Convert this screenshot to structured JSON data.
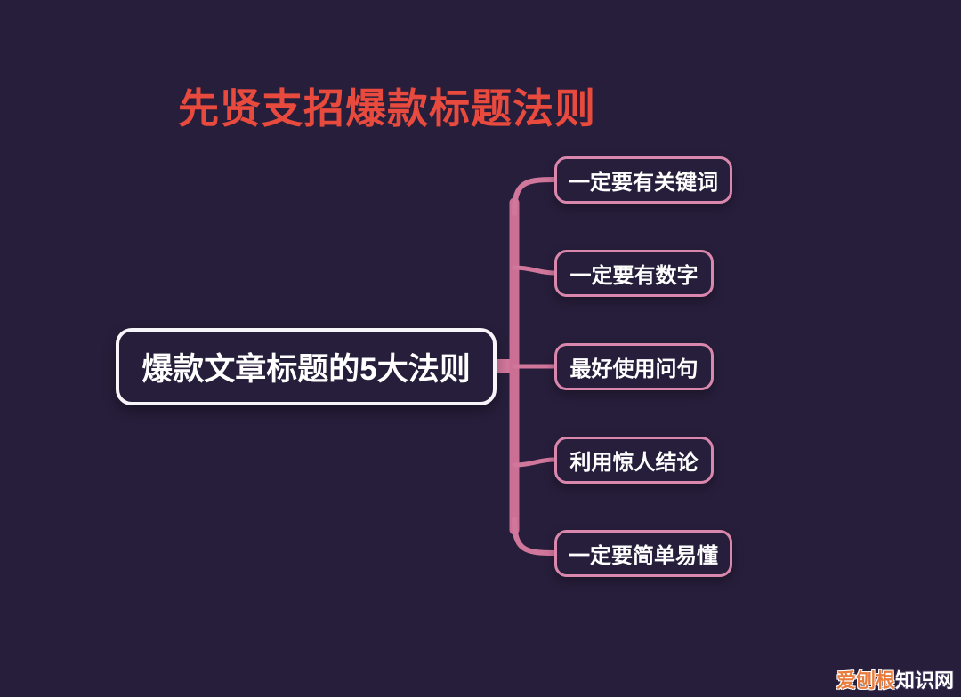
{
  "title": "先贤支招爆款标题法则",
  "mindmap": {
    "root": {
      "label": "爆款文章标题的5大法则"
    },
    "branches": [
      {
        "label": "一定要有关键词"
      },
      {
        "label": "一定要有数字"
      },
      {
        "label": "最好使用问句"
      },
      {
        "label": "利用惊人结论"
      },
      {
        "label": "一定要简单易懂"
      }
    ]
  },
  "watermark": {
    "prefix": "爱刨根",
    "suffix": "知识网"
  },
  "colors": {
    "background": "#271e3b",
    "title_red": "#e84a3d",
    "trunk_pink": "#d2779c",
    "branch_border_pink": "#da87ad",
    "root_border_white": "#f7f4fa",
    "node_text": "#ffffff",
    "watermark_orange": "#e87a3c"
  }
}
